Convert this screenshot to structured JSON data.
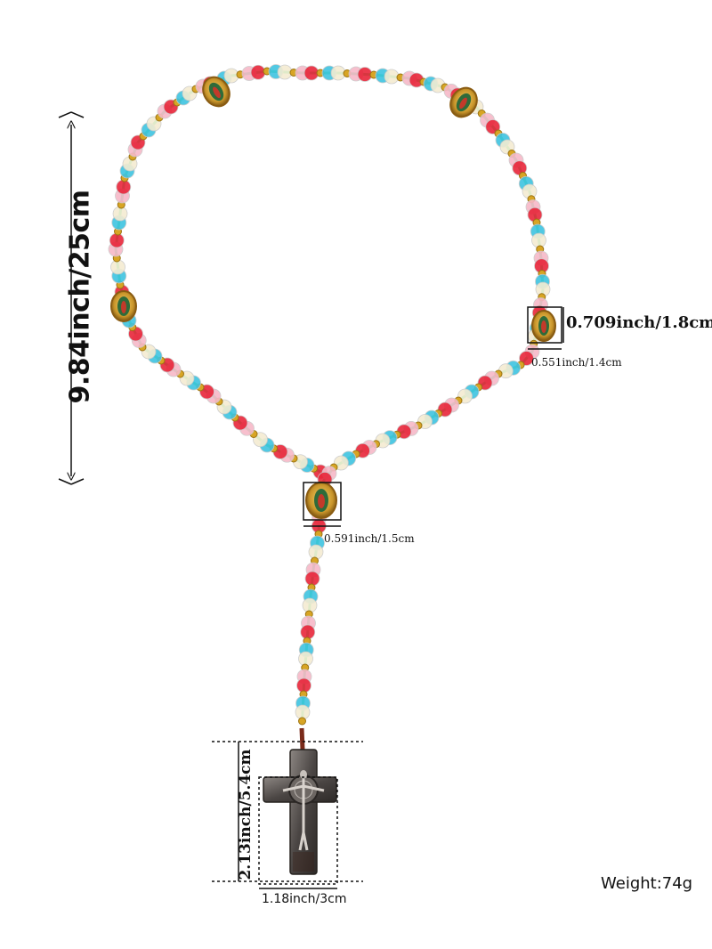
{
  "dimensions": {
    "overall_length": "9.84inch/25cm",
    "side_medal_height": "0.709inch/1.8cm",
    "side_medal_width": "0.551inch/1.4cm",
    "center_medal_width": "0.591inch/1.5cm",
    "cross_height": "2.13inch/5.4cm",
    "cross_width": "1.18inch/3cm"
  },
  "weight": "Weight:74g",
  "colors": {
    "beads": [
      "#e8263a",
      "#b7e24a",
      "#3fc4e0",
      "#f4ecd2",
      "#ffffff",
      "#f7b9c8"
    ],
    "spacer": "#d8a524",
    "medal_gold": "#c9952a",
    "cross_metal": "#5b5552",
    "cord": [
      "#ff4ea0",
      "#3a5bff",
      "#ffe600",
      "#26d97a"
    ]
  },
  "icons": [
    "rosary-necklace",
    "guadalupe-medal",
    "saint-benedict-crucifix",
    "double-arrow"
  ]
}
